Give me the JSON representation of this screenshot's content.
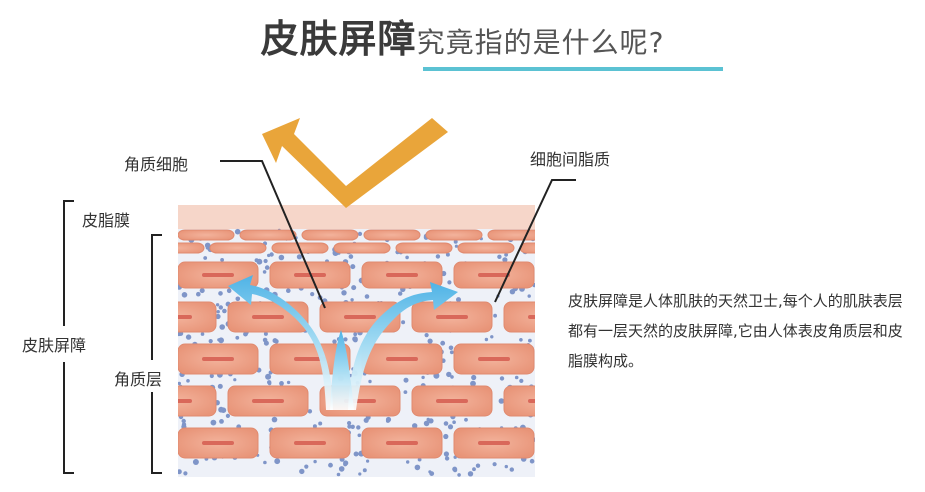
{
  "title": {
    "main": "皮肤屏障",
    "sub": "究竟指的是什么呢?"
  },
  "labels": {
    "corneocyte": "角质细胞",
    "intercellular_lipid": "细胞间脂质",
    "sebum_film": "皮脂膜",
    "skin_barrier": "皮肤屏障",
    "stratum_corneum": "角质层"
  },
  "description": "皮肤屏障是人体肌肤的天然卫士,每个人的肌肤表层都有一层天然的皮肤屏障,它由人体表皮角质层和皮脂膜构成。",
  "colors": {
    "accent_underline": "#5bc2d3",
    "sebum_layer": "#f6d3c6",
    "cell_fill": "#f0a68d",
    "cell_core": "#d9685a",
    "lipid_dot": "#7f95c8",
    "reflect_arrow": "#e9a53a",
    "penetrate_arrow": "#6cc1e8"
  },
  "icons": {
    "reflect_arrow": "reflect-arrow-icon",
    "penetrate_arrow": "penetration-arrow-icon"
  }
}
